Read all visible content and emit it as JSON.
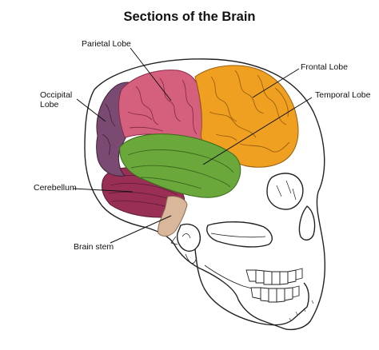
{
  "title": "Sections of the Brain",
  "labels": {
    "parietal": "Parietal Lobe",
    "frontal": "Frontal Lobe",
    "occipital_line1": "Occipital",
    "occipital_line2": "Lobe",
    "temporal": "Temporal Lobe",
    "cerebellum": "Cerebellum",
    "brain_stem": "Brain stem"
  },
  "colors": {
    "frontal": "#f0a020",
    "parietal": "#d4607e",
    "occipital": "#7a4a72",
    "temporal": "#6aa83c",
    "cerebellum": "#9a2f56",
    "brain_stem": "#d8b79a",
    "outline": "#222222"
  }
}
